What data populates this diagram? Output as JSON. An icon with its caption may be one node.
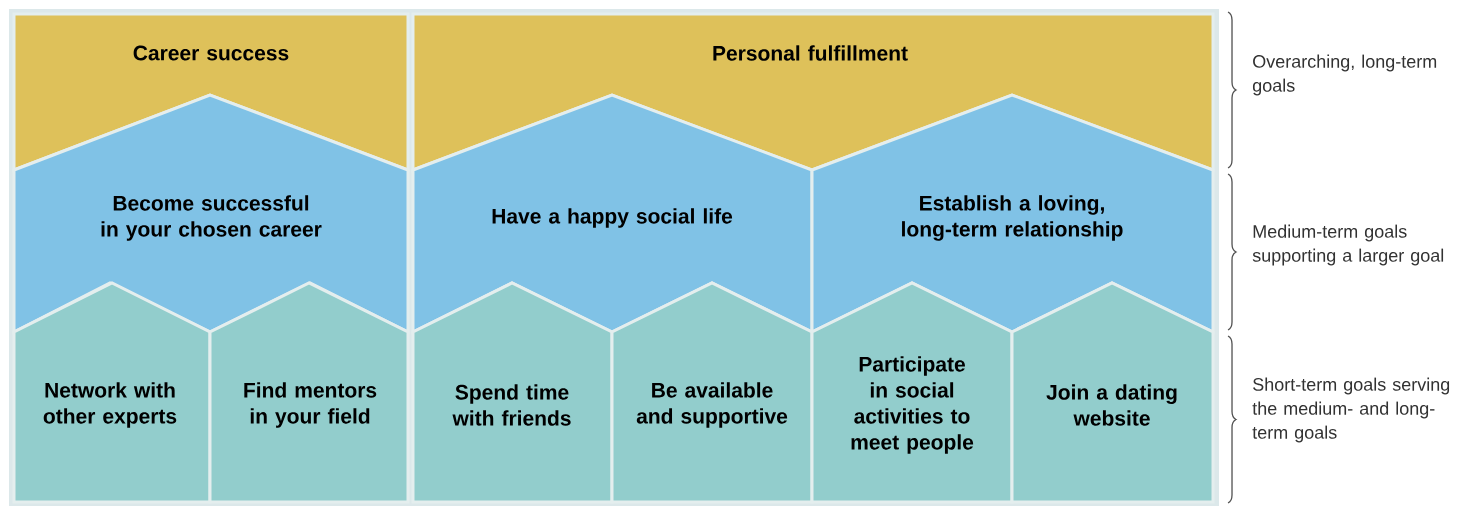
{
  "diagram": {
    "nodes": [
      {
        "text": [
          "Career success"
        ]
      },
      {
        "text": [
          "Personal fulfillment"
        ]
      },
      {
        "text": [
          "Become successful in your chosen career"
        ]
      },
      {
        "text": [
          "Have a happy social life"
        ]
      },
      {
        "text": [
          "Establish a loving, long-term relationship"
        ]
      },
      {
        "text": [
          "Network with other experts"
        ]
      },
      {
        "text": [
          "Find mentors in your field"
        ]
      },
      {
        "text": [
          "Spend time with friends"
        ]
      },
      {
        "text": [
          "Be available and supportive"
        ]
      },
      {
        "text": [
          "Participate in social activities to meet people"
        ]
      },
      {
        "text": [
          "Join a dating website"
        ]
      }
    ],
    "edges": [],
    "labels": [
      "Overarching, long-term goals",
      "Medium-term goals supporting a larger goal",
      "Short-term goals serving the medium- and long-term goals"
    ]
  }
}
